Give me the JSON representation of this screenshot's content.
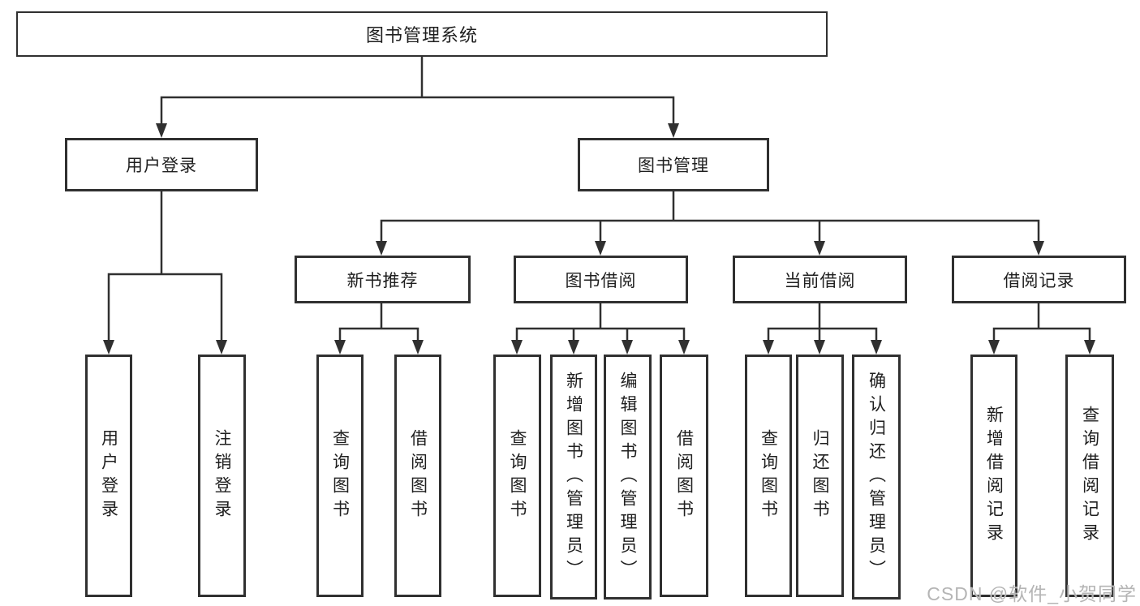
{
  "diagram": {
    "root": {
      "label": "图书管理系统",
      "children": [
        {
          "label": "用户登录",
          "children": [
            {
              "label": "用户登录"
            },
            {
              "label": "注销登录"
            }
          ]
        },
        {
          "label": "图书管理",
          "children": [
            {
              "label": "新书推荐",
              "children": [
                {
                  "label": "查询图书"
                },
                {
                  "label": "借阅图书"
                }
              ]
            },
            {
              "label": "图书借阅",
              "children": [
                {
                  "label": "查询图书"
                },
                {
                  "label": "新增图书（管理员）"
                },
                {
                  "label": "编辑图书（管理员）"
                },
                {
                  "label": "借阅图书"
                }
              ]
            },
            {
              "label": "当前借阅",
              "children": [
                {
                  "label": "查询图书"
                },
                {
                  "label": "归还图书"
                },
                {
                  "label": "确认归还（管理员）"
                }
              ]
            },
            {
              "label": "借阅记录",
              "children": [
                {
                  "label": "新增借阅记录"
                },
                {
                  "label": "查询借阅记录"
                }
              ]
            }
          ]
        }
      ]
    }
  },
  "colors": {
    "line": "#303030",
    "box_border": "#303030",
    "text": "#1f1f1f",
    "watermark": "#b5b5b5"
  },
  "watermark": {
    "text": "CSDN @软件_小贺同学"
  }
}
